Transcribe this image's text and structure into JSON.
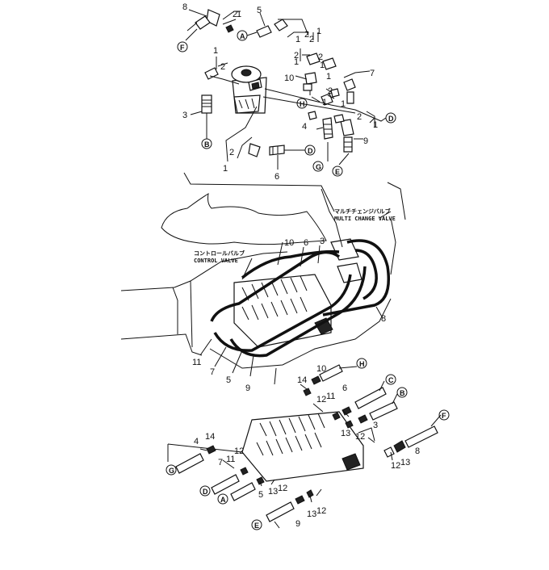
{
  "captions": {
    "multi_change_valve_jp": "マルチチェンジバルブ",
    "multi_change_valve": "MULTI CHANGE VALVE",
    "control_valve_jp": "コントロールバルブ",
    "control_valve": "CONTROL VALVE"
  },
  "connection_markers": [
    "A",
    "B",
    "C",
    "D",
    "E",
    "F",
    "G",
    "H"
  ],
  "part_numbers": [
    "1",
    "2",
    "3",
    "4",
    "5",
    "6",
    "7",
    "8",
    "9",
    "10",
    "11",
    "12",
    "13",
    "14"
  ],
  "colors": {
    "ink": "#111111",
    "paper": "#ffffff"
  }
}
